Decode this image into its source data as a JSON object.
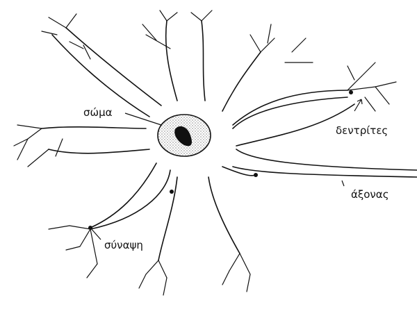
{
  "labels": {
    "soma": "σώμα",
    "dendrites": "δεντρίτες",
    "axon": "άξονας",
    "synapse": "σύναψη"
  }
}
